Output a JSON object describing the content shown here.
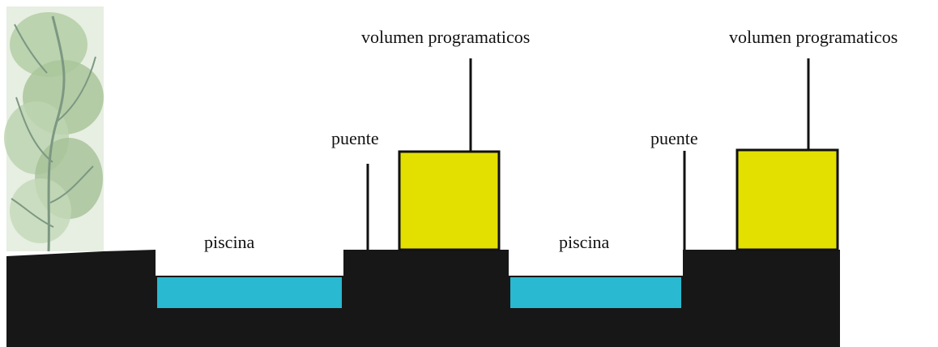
{
  "labels": {
    "volume_left": "volumen programaticos",
    "volume_right": "volumen programaticos",
    "bridge_left": "puente",
    "bridge_right": "puente",
    "pool_left": "piscina",
    "pool_right": "piscina"
  },
  "colors": {
    "ground": "#171717",
    "pool_water": "#29b9d0",
    "volume_fill": "#e3e000",
    "line": "#111111",
    "tree_foliage": "#9fbf92",
    "tree_branches": "#6f8f76"
  }
}
